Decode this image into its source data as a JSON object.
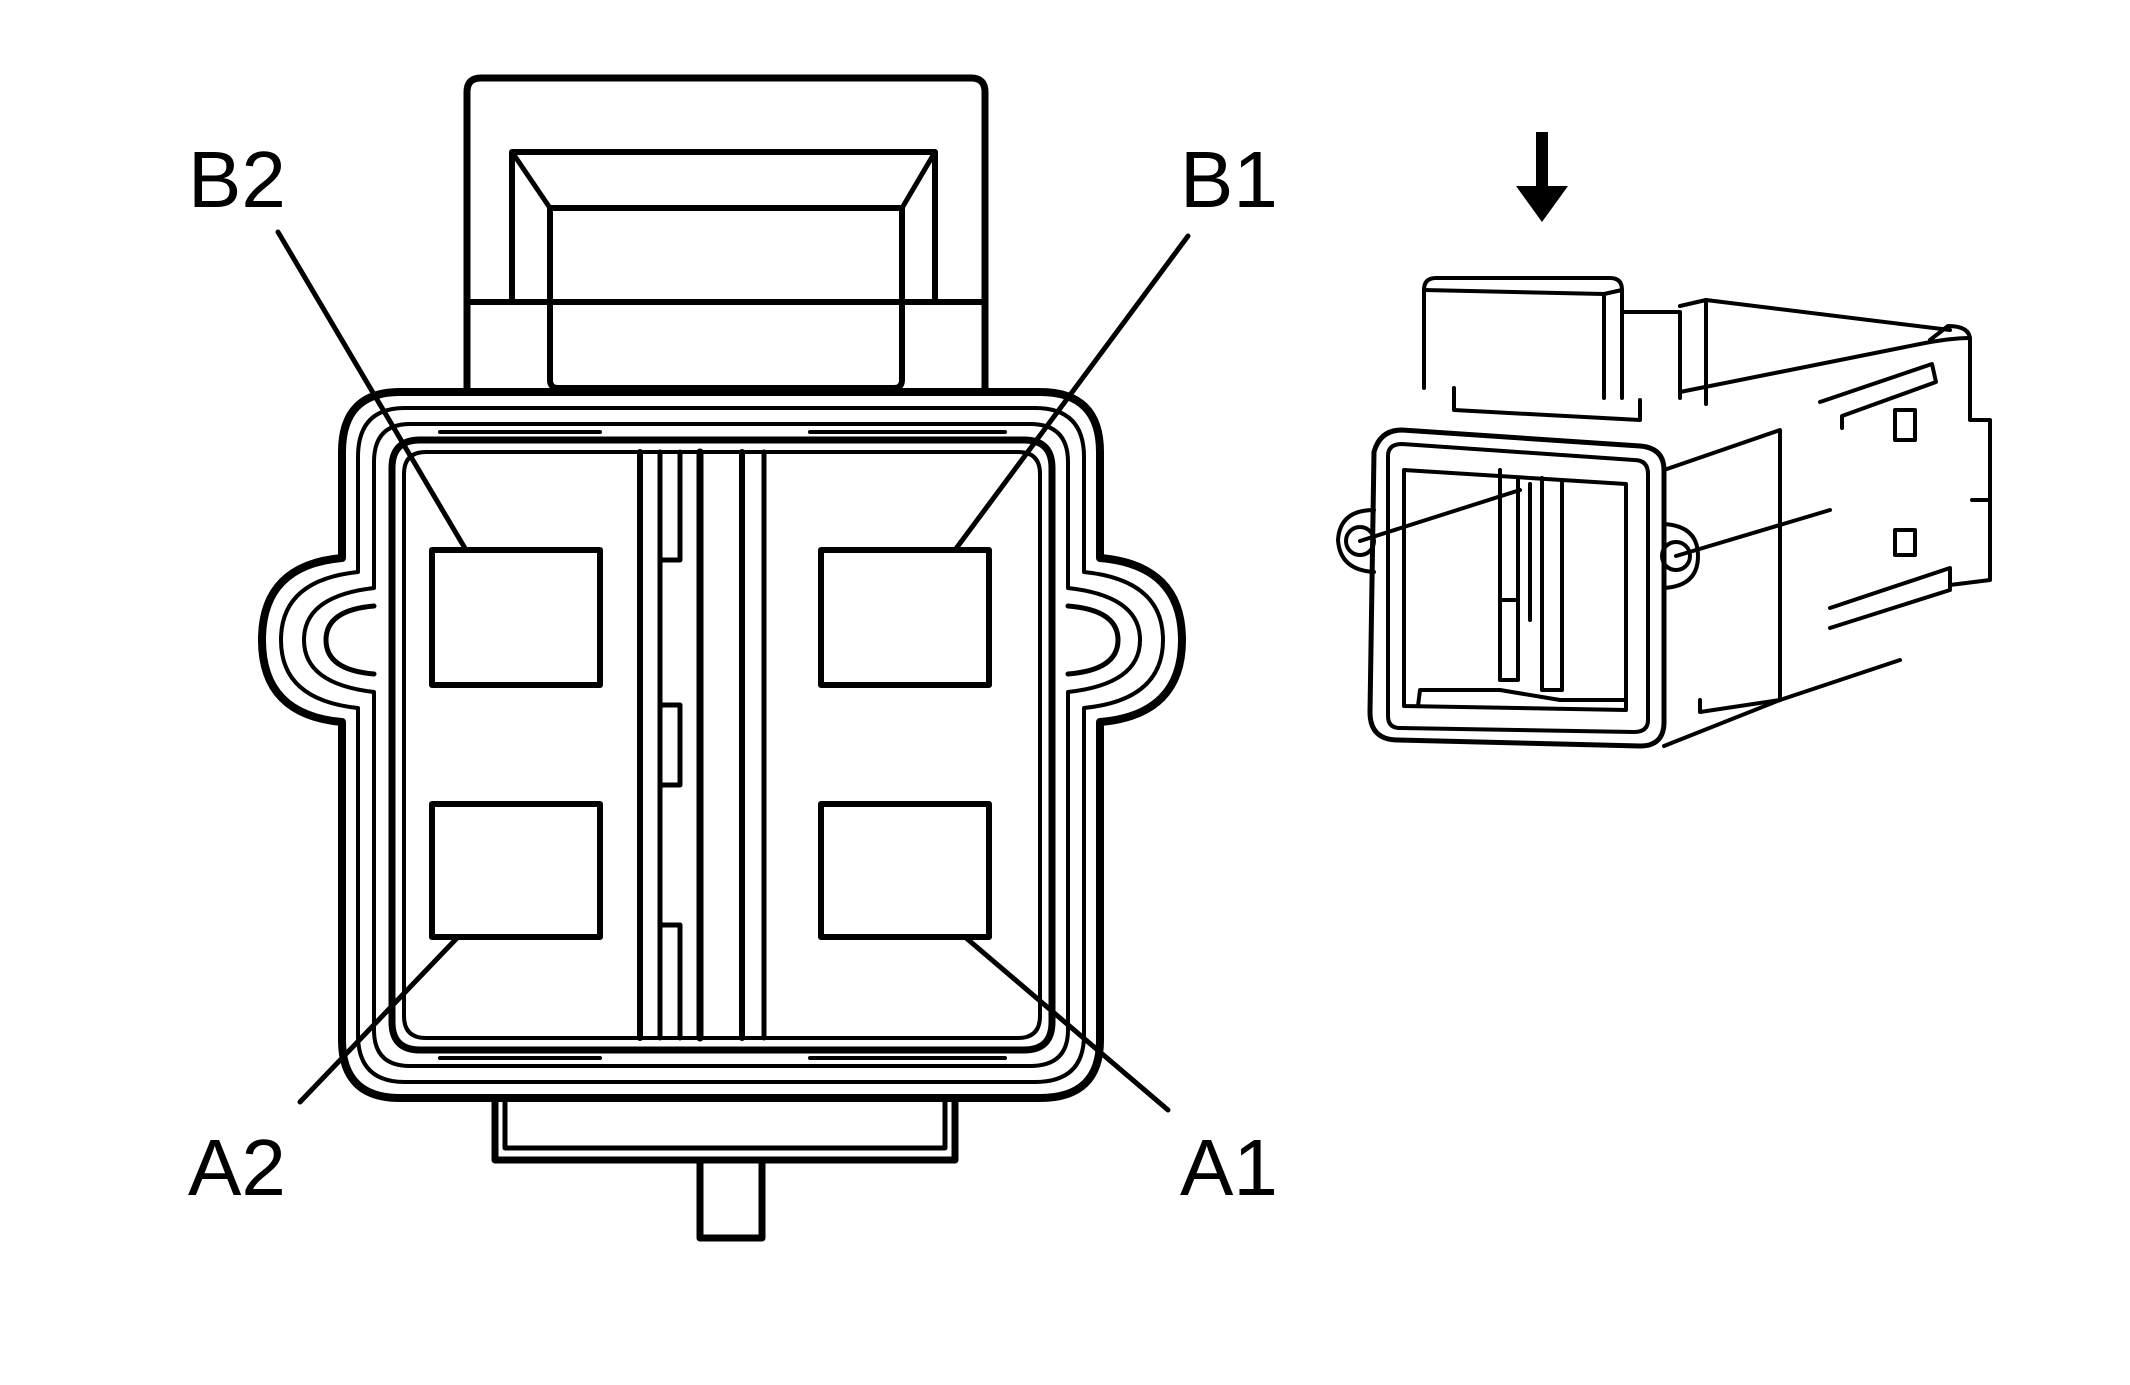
{
  "pins": [
    {
      "id": "b2",
      "label": "B2"
    },
    {
      "id": "b1",
      "label": "B1"
    },
    {
      "id": "a2",
      "label": "A2"
    },
    {
      "id": "a1",
      "label": "A1"
    }
  ],
  "colors": {
    "line": "#000000",
    "background": "#ffffff"
  },
  "icons": {
    "view_direction": "down-arrow-icon"
  }
}
